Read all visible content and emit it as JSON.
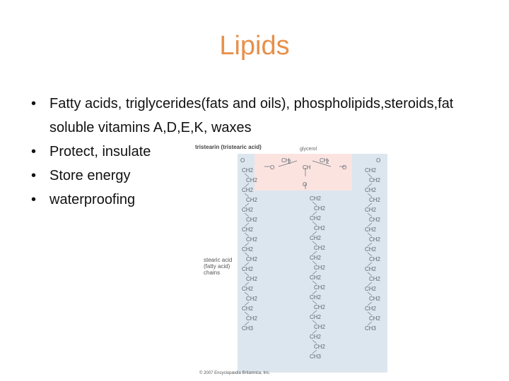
{
  "slide": {
    "title": "Lipids",
    "bullets": [
      "Fatty acids, triglycerides(fats and oils), phospholipids,steroids,fat soluble vitamins A,D,E,K, waxes",
      "Protect, insulate",
      "Store energy",
      "waterproofing"
    ]
  },
  "figure": {
    "title": "tristearin (tristearic acid)",
    "glycerol_label": "glycerol",
    "chains_label": "stearic acid (fatty acid) chains",
    "credit": "© 2007 Encyclopædia Britannica, Inc.",
    "colors": {
      "panel": "#dce6ef",
      "glycerol_box": "#fbe3e0",
      "title": "#e8904a"
    }
  }
}
